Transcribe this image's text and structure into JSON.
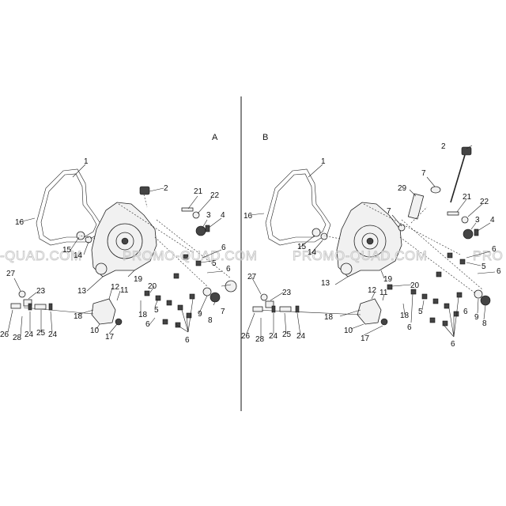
{
  "panels": {
    "a": {
      "letter": "A"
    },
    "b": {
      "letter": "B"
    }
  },
  "watermark": {
    "a_left": "-QUAD.COM",
    "a_right": "PROMO-QUAD.COM",
    "b_left": "PROMO-QUAD.COM",
    "b_right": "PRO"
  },
  "callouts_a": [
    "1",
    "2",
    "21",
    "22",
    "3",
    "4",
    "16",
    "15",
    "14",
    "6",
    "5",
    "6",
    "27",
    "23",
    "13",
    "19",
    "12",
    "11",
    "20",
    "18",
    "18",
    "7",
    "26",
    "28",
    "24",
    "25",
    "24",
    "10",
    "17",
    "5",
    "6",
    "9",
    "8",
    "6"
  ],
  "callouts_b": [
    "1",
    "2",
    "7",
    "29",
    "21",
    "22",
    "3",
    "4",
    "16",
    "7",
    "15",
    "14",
    "6",
    "5",
    "6",
    "27",
    "23",
    "13",
    "19",
    "12",
    "11",
    "20",
    "18",
    "18",
    "26",
    "28",
    "24",
    "25",
    "24",
    "10",
    "17",
    "6",
    "5",
    "6",
    "9",
    "8",
    "6"
  ],
  "colors": {
    "line": "#222222",
    "watermark": "#c9c9c9",
    "fill": "#f1f1f1"
  }
}
